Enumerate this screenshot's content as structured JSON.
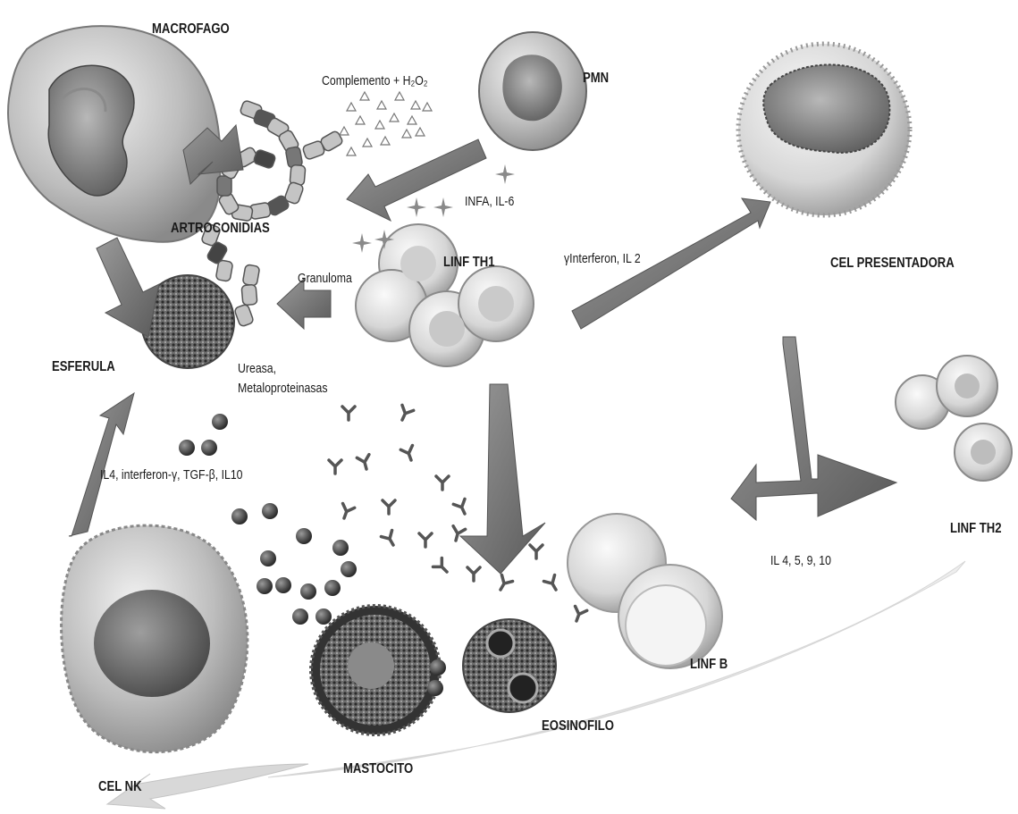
{
  "cells": {
    "macrofago": "MACROFAGO",
    "pmn": "PMN",
    "artroconidias": "ARTROCONIDIAS",
    "linf_th1": "LINF TH1",
    "cel_presentadora": "CEL PRESENTADORA",
    "esferula": "ESFERULA",
    "linf_th2": "LINF TH2",
    "linf_b": "LINF B",
    "eosinofilo": "EOSINOFILO",
    "mastocito": "MASTOCITO",
    "cel_nk": "CEL NK"
  },
  "mediators": {
    "complemento": "Complemento + H₂O₂",
    "infa": "INFA, IL-6",
    "granuloma": "Granuloma",
    "interferon_il2": "γInterferon, IL 2",
    "ureasa": "Ureasa,",
    "metaloproteinasas": "Metaloproteinasas",
    "il4_group": "IL4, interferon-γ, TGF-β, IL10",
    "il_4_5_9_10": "IL 4, 5, 9, 10"
  }
}
